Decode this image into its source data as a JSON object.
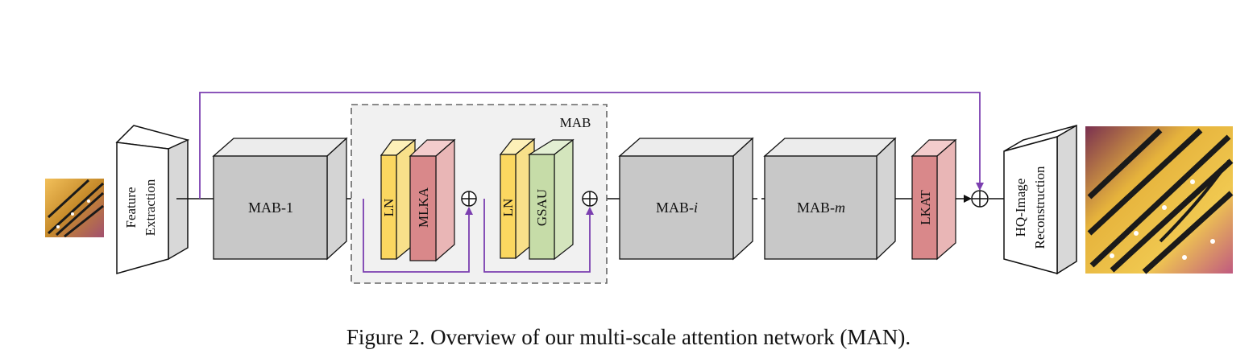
{
  "diagram": {
    "feature_extraction": {
      "line1": "Feature",
      "line2": "Extraction"
    },
    "mab_1": "MAB-1",
    "mab_i_prefix": "MAB-",
    "mab_i_suffix": "i",
    "mab_m_prefix": "MAB-",
    "mab_m_suffix": "m",
    "mab_group": "MAB",
    "ln_1": "LN",
    "mlka": "MLKA",
    "ln_2": "LN",
    "gsau": "GSAU",
    "lkat": "LKAT",
    "reconstruction": {
      "line1": "HQ-Image",
      "line2": "Reconstruction"
    }
  },
  "caption": "Figure 2. Overview of our multi-scale attention network (MAN).",
  "colors": {
    "block_gray": "#c8c8c8",
    "ln_yellow": "#fbe18a",
    "mlka_red": "#dc8c88",
    "gsau_green": "#c6dca8",
    "lkat_red": "#dc8c88",
    "skip_purple": "#7b3fb0",
    "dashed_box_bg": "#f1f1f1"
  }
}
